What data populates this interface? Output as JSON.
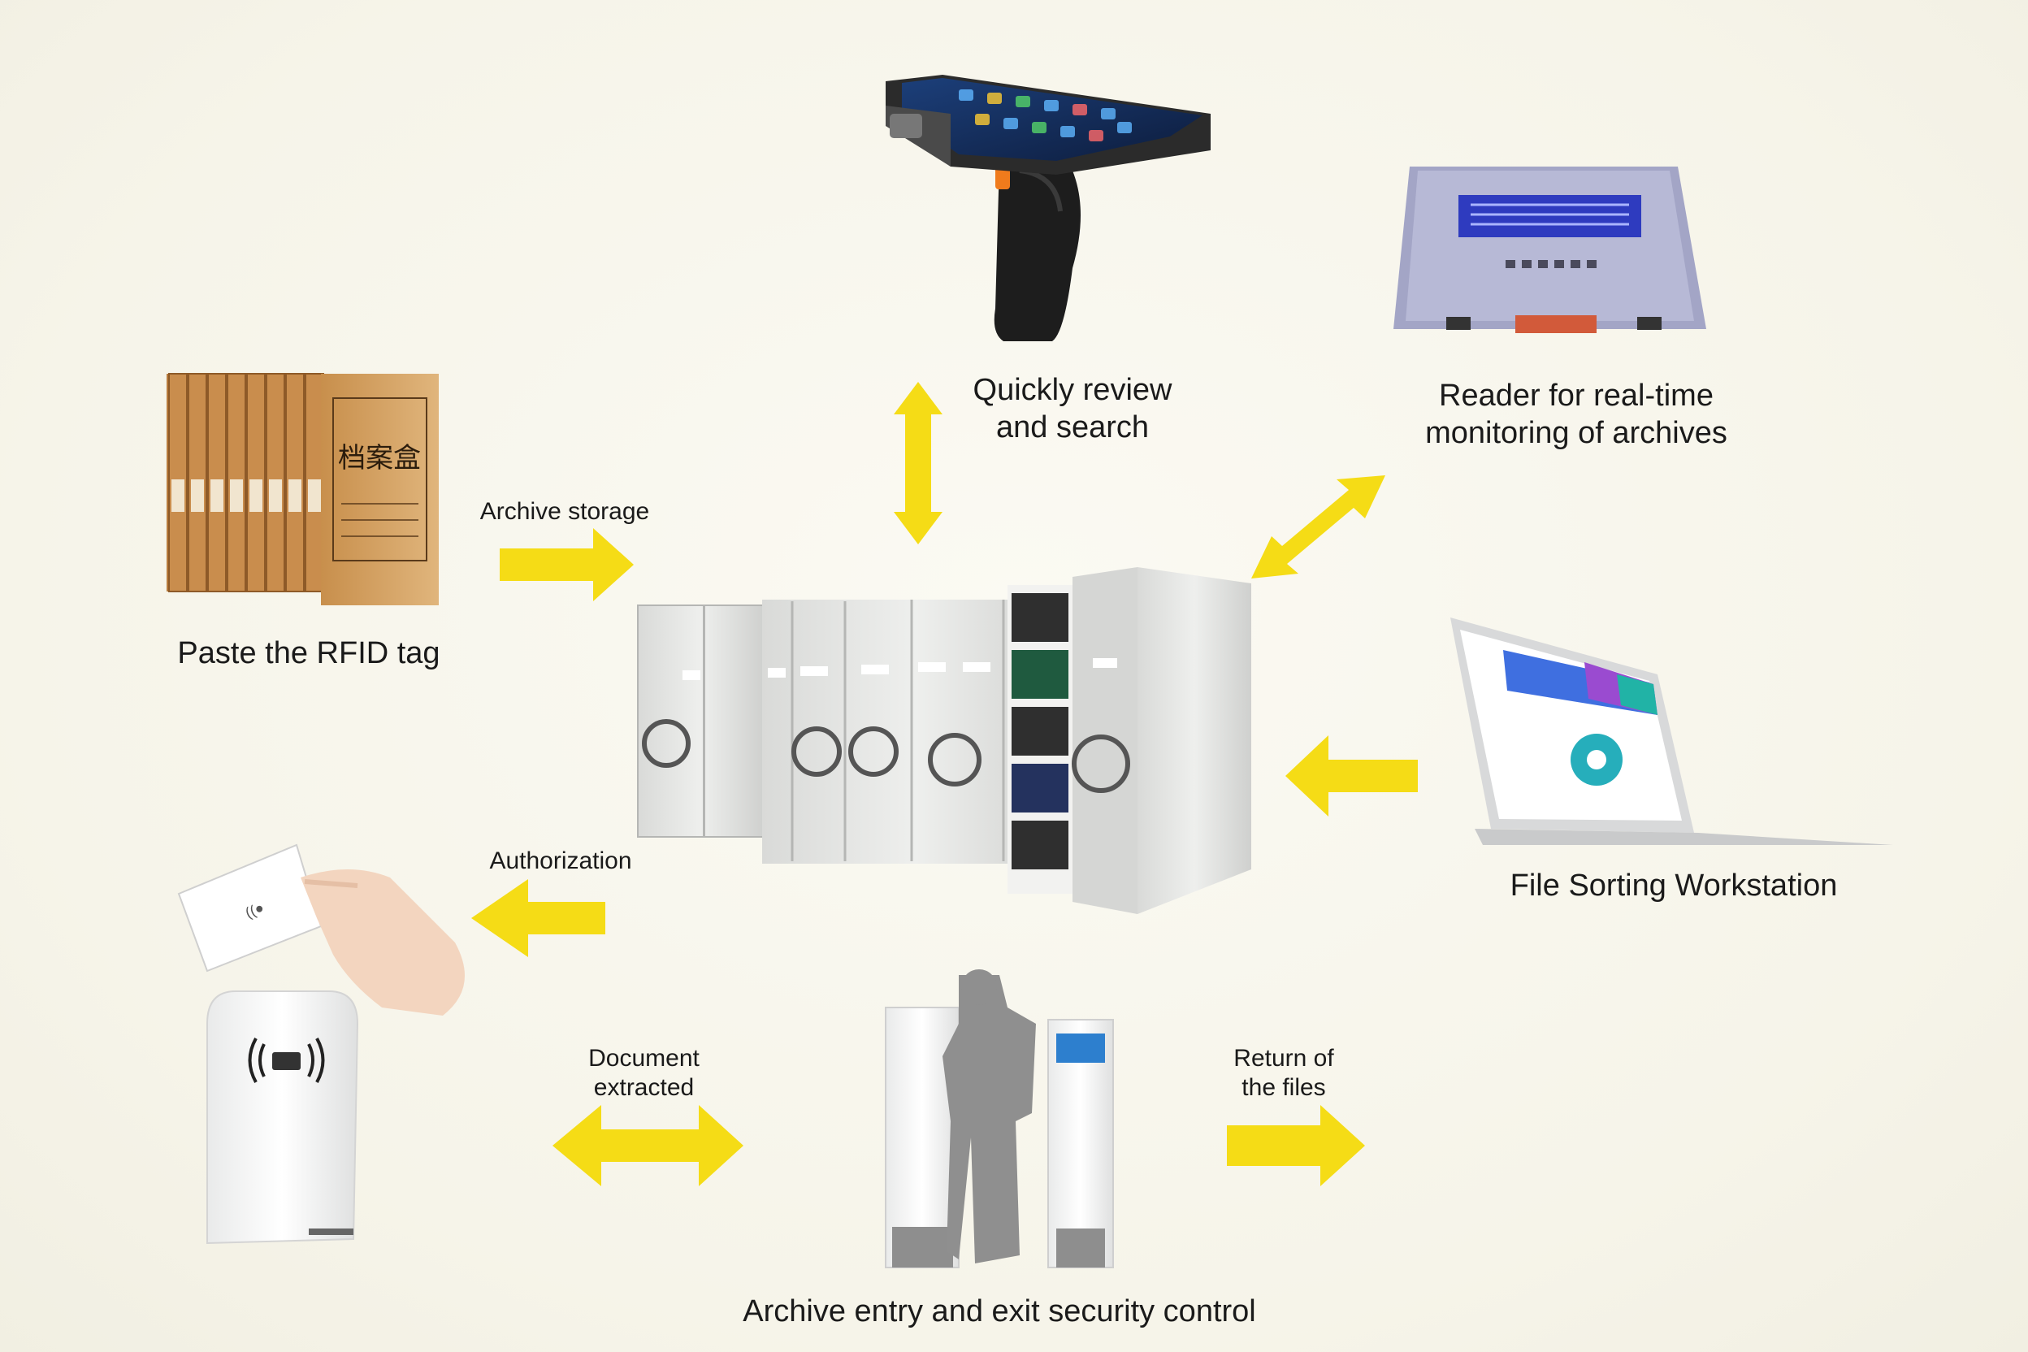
{
  "labels": {
    "handheld": [
      "Quickly review",
      "and search"
    ],
    "reader": [
      "Reader for real-time",
      "monitoring of archives"
    ],
    "rfid_tag": "Paste the RFID tag",
    "archive_storage": "Archive storage",
    "authorization": "Authorization",
    "workstation": "File Sorting Workstation",
    "document_extracted": [
      "Document",
      "extracted"
    ],
    "return_files": [
      "Return of",
      "the files"
    ],
    "security_gate": "Archive entry and exit security control"
  },
  "box_text": {
    "title": "档案盒"
  },
  "colors": {
    "arrow": "#f5dc16",
    "cabinet": "#e3e4e2",
    "cardboard": "#d4a568",
    "background": "#f7f5ec"
  },
  "icons": [
    "handheld-scanner-icon",
    "fixed-reader-icon",
    "archive-box-icon",
    "mobile-shelving-icon",
    "laptop-icon",
    "card-hand-icon",
    "desktop-card-reader-icon",
    "security-gate-icon"
  ]
}
